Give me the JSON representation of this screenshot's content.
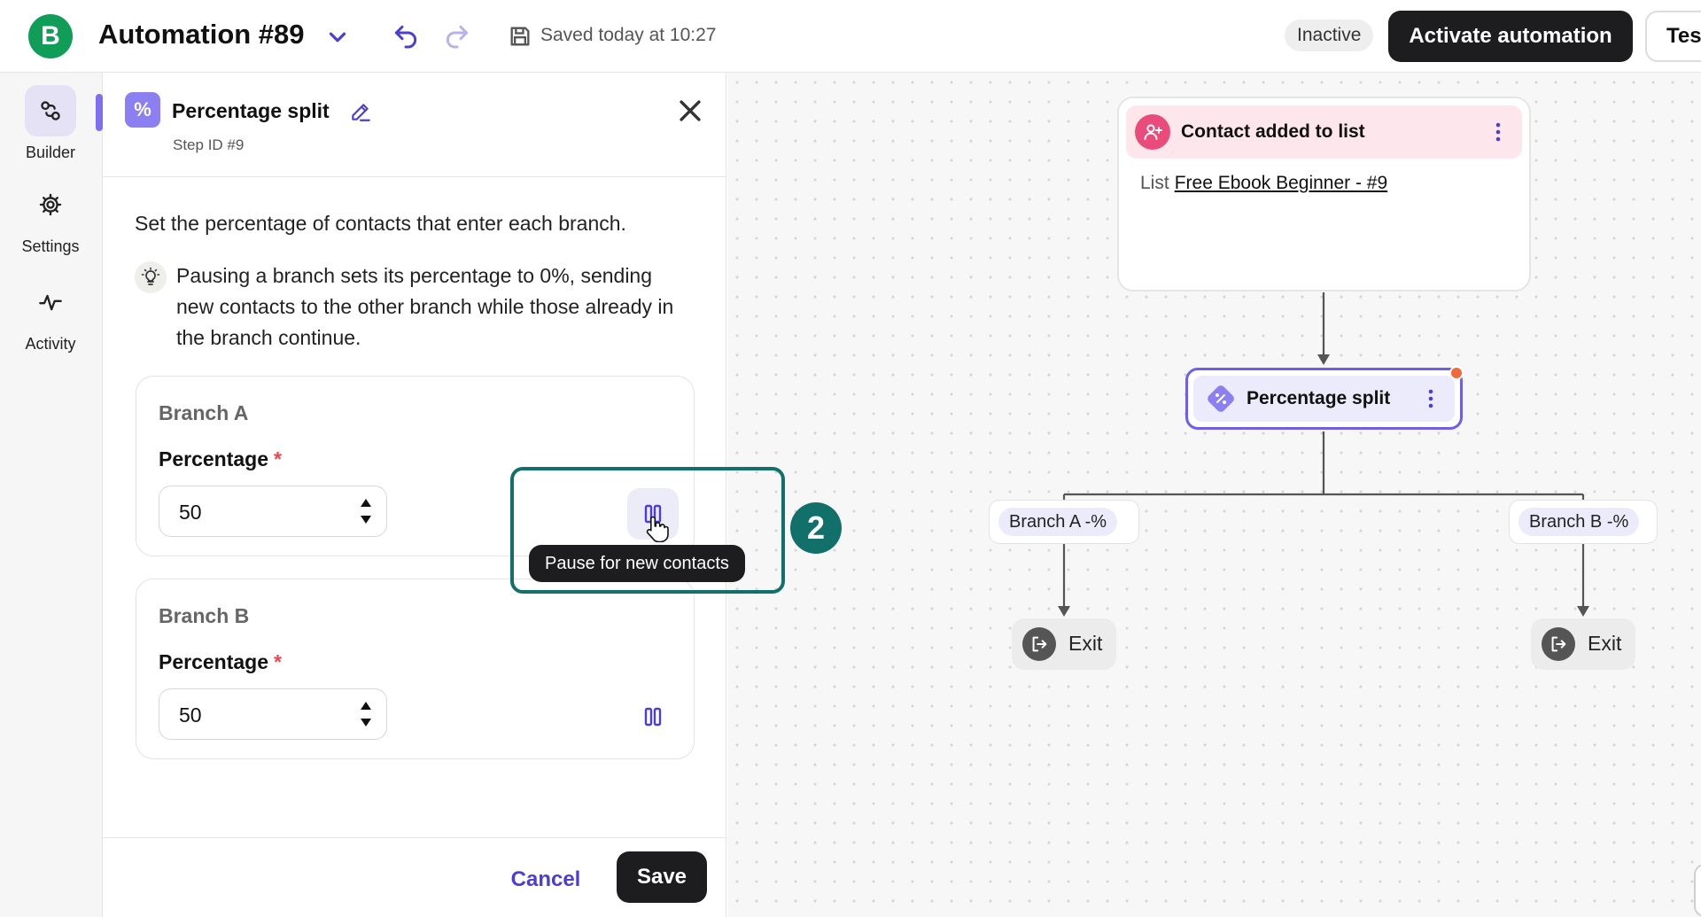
{
  "header": {
    "logo_letter": "B",
    "title": "Automation #89",
    "saved_text": "Saved today at 10:27",
    "status": "Inactive",
    "activate_label": "Activate automation",
    "test_label": "Tes"
  },
  "nav": {
    "items": [
      {
        "label": "Builder",
        "icon": "builder-icon",
        "active": true
      },
      {
        "label": "Settings",
        "icon": "gear-icon",
        "active": false
      },
      {
        "label": "Activity",
        "icon": "activity-icon",
        "active": false
      }
    ]
  },
  "panel": {
    "icon_glyph": "%",
    "title": "Percentage split",
    "step_id": "Step ID #9",
    "description": "Set the percentage of contacts that enter each branch.",
    "tip": "Pausing a branch sets its percentage to 0%, sending new contacts to the other branch while those already in the branch continue.",
    "branches": [
      {
        "name": "Branch A",
        "field_label": "Percentage",
        "required_mark": "*",
        "value": "50"
      },
      {
        "name": "Branch B",
        "field_label": "Percentage",
        "required_mark": "*",
        "value": "50"
      }
    ],
    "cancel_label": "Cancel",
    "save_label": "Save"
  },
  "tutorial": {
    "tooltip": "Pause for new contacts",
    "step_number": "2"
  },
  "canvas": {
    "trigger": {
      "title": "Contact added to list",
      "body_prefix": "List",
      "list_name": "Free Ebook Beginner - #9"
    },
    "split": {
      "title": "Percentage split"
    },
    "branches": [
      {
        "label": "Branch A -%",
        "exit_label": "Exit"
      },
      {
        "label": "Branch B -%",
        "exit_label": "Exit"
      }
    ]
  },
  "colors": {
    "accent": "#6d5fe8",
    "highlight": "#12706a",
    "trigger": "#e94b7a",
    "alert_dot": "#f06a3b",
    "logo": "#0f9d58"
  }
}
